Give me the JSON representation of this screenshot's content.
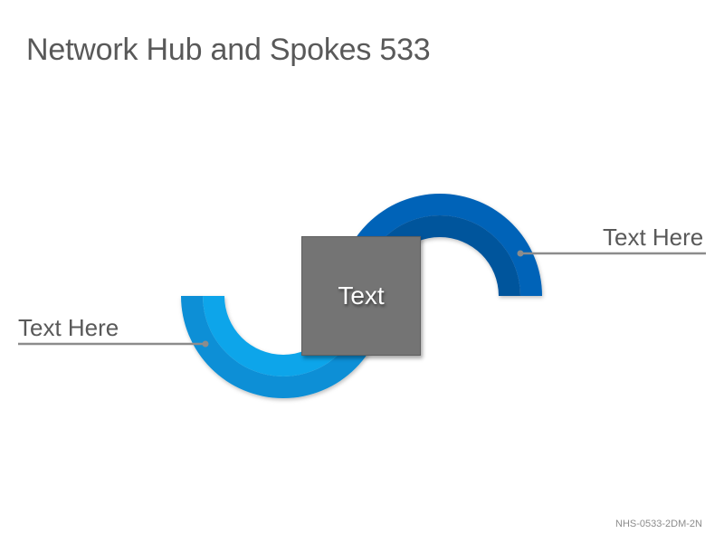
{
  "title": "Network Hub and Spokes 533",
  "hub": {
    "label": "Text"
  },
  "spokes": [
    {
      "label": "Text Here",
      "color": "#0ea5ea",
      "color_dark": "#0a8fd6"
    },
    {
      "label": "Text Here",
      "color": "#0563b8",
      "color_dark": "#04549c"
    }
  ],
  "line_color": "#8c8c8c",
  "code": "NHS-0533-2DM-2N"
}
